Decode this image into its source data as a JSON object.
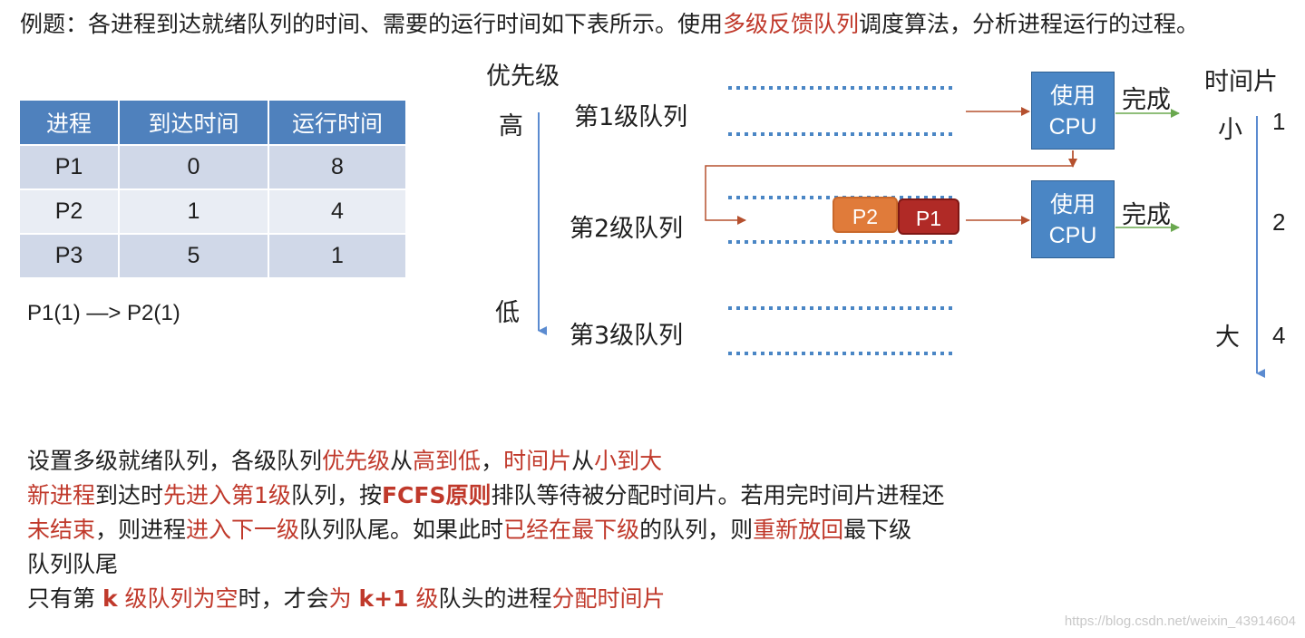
{
  "title": {
    "part1": "例题：各进程到达就绪队列的时间、需要的运行时间如下表所示。使用",
    "highlight": "多级反馈队列",
    "part2": "调度算法，分析进程运行的过程。"
  },
  "table": {
    "headers": [
      "进程",
      "到达时间",
      "运行时间"
    ],
    "rows": [
      [
        "P1",
        "0",
        "8"
      ],
      [
        "P2",
        "1",
        "4"
      ],
      [
        "P3",
        "5",
        "1"
      ]
    ]
  },
  "sequence": "P1(1)  —> P2(1)",
  "diagram": {
    "priority_label": "优先级",
    "priority_high": "高",
    "priority_low": "低",
    "queues": [
      "第1级队列",
      "第2级队列",
      "第3级队列"
    ],
    "cpu_line1": "使用",
    "cpu_line2": "CPU",
    "done_label": "完成",
    "timeslice_label": "时间片",
    "slice_small": "小",
    "slice_large": "大",
    "slice_values": [
      "1",
      "2",
      "4"
    ],
    "processes_in_queue2": [
      "P2",
      "P1"
    ],
    "colors": {
      "cpu": "#4a86c5",
      "p2": "#e07b3a",
      "p1": "#b02a26",
      "arrow_in": "#b5502e",
      "arrow_done": "#6aa84f",
      "axis": "#5b8bd0",
      "queue_dots": "#4a86c5",
      "highlight": "#c0392b"
    }
  },
  "rules": {
    "line1": [
      {
        "t": "设置多级就绪队列，各级队列",
        "s": ""
      },
      {
        "t": "优先级",
        "s": "red"
      },
      {
        "t": "从",
        "s": ""
      },
      {
        "t": "高到低",
        "s": "red"
      },
      {
        "t": "，",
        "s": ""
      },
      {
        "t": "时间片",
        "s": "red"
      },
      {
        "t": "从",
        "s": ""
      },
      {
        "t": "小到大",
        "s": "red"
      }
    ],
    "line2": [
      {
        "t": "新进程",
        "s": "red"
      },
      {
        "t": "到达时",
        "s": ""
      },
      {
        "t": "先进入第1级",
        "s": "red"
      },
      {
        "t": "队列，按",
        "s": ""
      },
      {
        "t": "FCFS原则",
        "s": "red bold"
      },
      {
        "t": "排队等待被分配时间片。若用完时间片进程还",
        "s": ""
      }
    ],
    "line3": [
      {
        "t": "未结束",
        "s": "red"
      },
      {
        "t": "，则进程",
        "s": ""
      },
      {
        "t": "进入下一级",
        "s": "red"
      },
      {
        "t": "队列队尾。如果此时",
        "s": ""
      },
      {
        "t": "已经在最下级",
        "s": "red"
      },
      {
        "t": "的队列，则",
        "s": ""
      },
      {
        "t": "重新放回",
        "s": "red"
      },
      {
        "t": "最下级",
        "s": ""
      }
    ],
    "line4": [
      {
        "t": "队列队尾",
        "s": ""
      }
    ],
    "line5": [
      {
        "t": "只有第 ",
        "s": ""
      },
      {
        "t": "k",
        "s": "red bold"
      },
      {
        "t": " ",
        "s": ""
      },
      {
        "t": "级队列为空",
        "s": "red"
      },
      {
        "t": "时，才会",
        "s": ""
      },
      {
        "t": "为 ",
        "s": "red"
      },
      {
        "t": "k+1",
        "s": "red bold"
      },
      {
        "t": " 级",
        "s": "red"
      },
      {
        "t": "队头的进程",
        "s": ""
      },
      {
        "t": "分配时间片",
        "s": "red"
      }
    ]
  },
  "watermark": "https://blog.csdn.net/weixin_43914604"
}
